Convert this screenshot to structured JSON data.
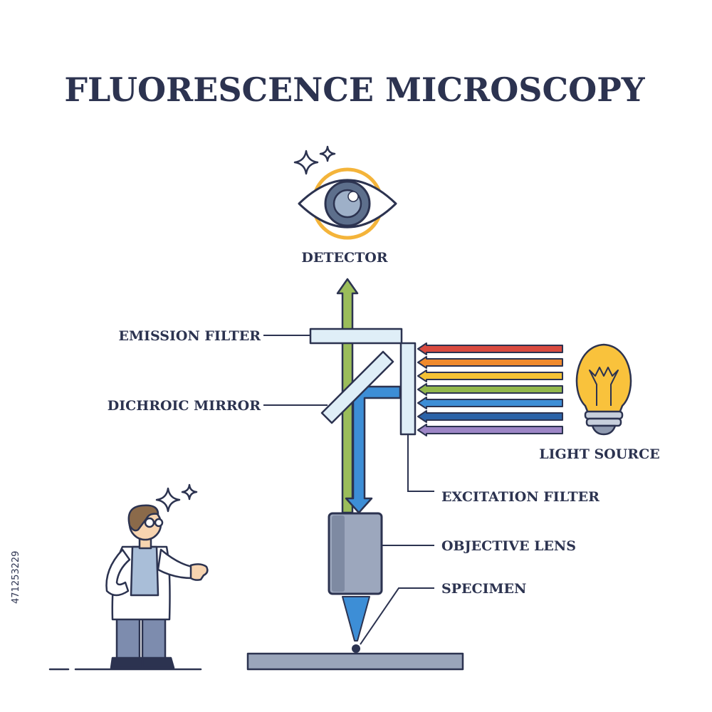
{
  "title": "FLUORESCENCE MICROSCOPY",
  "labels": {
    "detector": "DETECTOR",
    "emission_filter": "EMISSION FILTER",
    "dichroic_mirror": "DICHROIC MIRROR",
    "light_source": "LIGHT SOURCE",
    "excitation_filter": "EXCITATION FILTER",
    "objective_lens": "OBJECTIVE LENS",
    "specimen": "SPECIMEN"
  },
  "stock_id": "471253229",
  "icons": {
    "eye": "eye-icon",
    "bulb": "light-bulb-icon",
    "scientist": "scientist-figure",
    "sparkle": "sparkle-icon"
  },
  "colors": {
    "ink": "#2c3350",
    "emission_beam": "#9bbd5a",
    "excitation_beam": "#3d8ed6",
    "filter": "#dfeef7",
    "lens": "#9ca7bd",
    "bulb": "#f9c23c",
    "eye_ring": "#f4b43a",
    "stage": "#9aa5ba"
  },
  "spectrum_colors": [
    "#d94a3f",
    "#f08a2c",
    "#f4c234",
    "#93b84c",
    "#3d8ed6",
    "#2b63a8",
    "#9d86c6"
  ]
}
